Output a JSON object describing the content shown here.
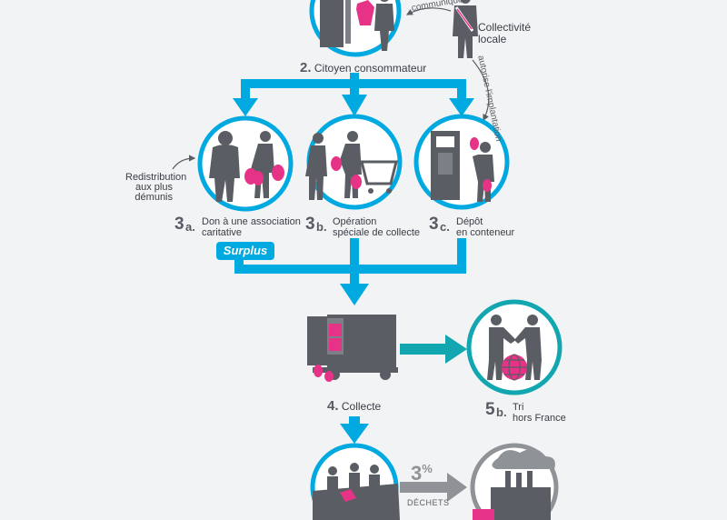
{
  "colors": {
    "accent": "#00a9e0",
    "circle_stroke": "#00a9e0",
    "circle_stroke_alt": "#12a7b0",
    "silhouette": "#5a5d63",
    "pink": "#e63387",
    "waste_gray": "#8f9296",
    "background": "#f2f3f5"
  },
  "steps": {
    "s2": {
      "num": "2.",
      "label": "Citoyen consommateur"
    },
    "s3a": {
      "num": "3",
      "suffix": "a.",
      "label": "Don à une association caritative"
    },
    "s3b": {
      "num": "3",
      "suffix": "b.",
      "label_line1": "Opération",
      "label_line2": "spéciale de collecte"
    },
    "s3c": {
      "num": "3",
      "suffix": "c.",
      "label_line1": "Dépôt",
      "label_line2": "en conteneur"
    },
    "s4": {
      "num": "4.",
      "label": "Collecte"
    },
    "s5b": {
      "num": "5",
      "suffix": "b.",
      "label_line1": "Tri",
      "label_line2": "hors France"
    }
  },
  "collectivite": {
    "line1": "Collectivité",
    "line2": "locale"
  },
  "annotations": {
    "communique": "communique",
    "autorise": "autorise l'implantation",
    "redistribution": [
      "Redistribution",
      "aux plus",
      "démunis"
    ],
    "surplus": "Surplus",
    "dechets_pct": "3",
    "dechets_pct_sign": "%",
    "dechets_label": "DÉCHETS"
  }
}
